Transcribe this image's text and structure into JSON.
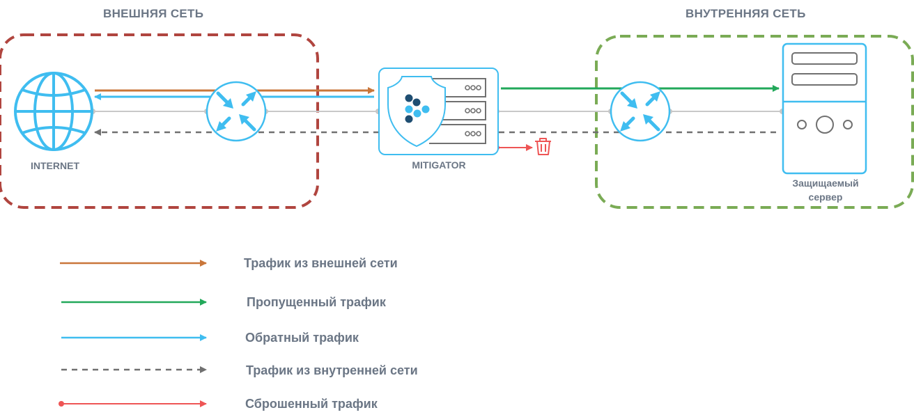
{
  "zones": {
    "external": {
      "title": "ВНЕШНЯЯ СЕТЬ",
      "border_color": "#b0453f"
    },
    "internal": {
      "title": "ВНУТРЕННЯЯ СЕТЬ",
      "border_color": "#7aab55"
    }
  },
  "nodes": {
    "internet": {
      "label": "INTERNET",
      "icon": "globe-icon"
    },
    "router_external": {
      "icon": "router-icon"
    },
    "mitigator": {
      "label": "MITIGATOR",
      "icon": "mitigator-shield-server-icon"
    },
    "router_internal": {
      "icon": "router-icon"
    },
    "server": {
      "label_line1": "Защищаемый",
      "label_line2": "сервер",
      "icon": "server-icon"
    }
  },
  "legend": [
    {
      "label": "Трафик из внешней сети",
      "color": "#c9763a",
      "style": "solid"
    },
    {
      "label": "Пропущенный трафик",
      "color": "#22a85a",
      "style": "solid"
    },
    {
      "label": "Обратный трафик",
      "color": "#3fbdf0",
      "style": "solid"
    },
    {
      "label": "Трафик из внутренней сети",
      "color": "#707070",
      "style": "dashed"
    },
    {
      "label": "Сброшенный трафик",
      "color": "#ee5555",
      "style": "dot-start"
    }
  ],
  "colors": {
    "accent": "#3fbdf0",
    "text": "#6b7685",
    "link": "#c8c8c8",
    "shield_dark": "#1f4e72",
    "trash": "#ee5555"
  }
}
